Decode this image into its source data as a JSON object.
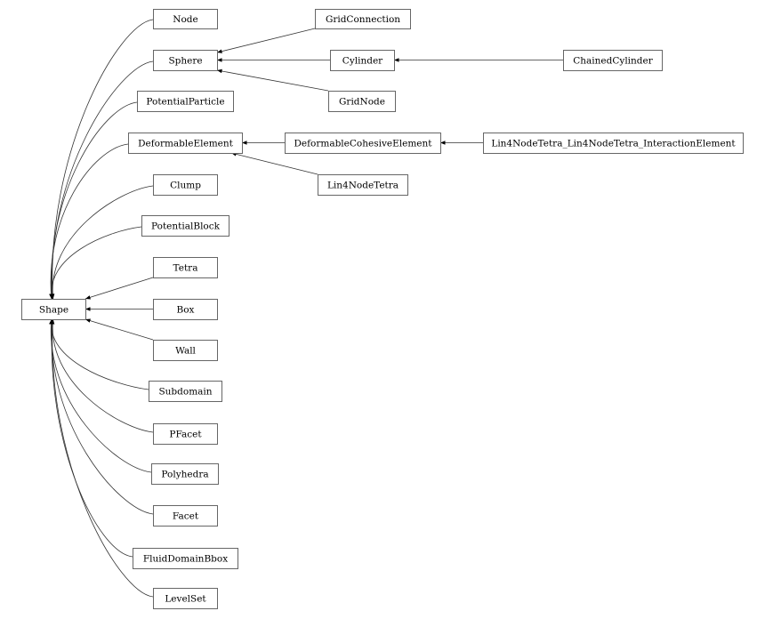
{
  "nodes": [
    {
      "id": "Shape",
      "label": "Shape"
    },
    {
      "id": "Node",
      "label": "Node"
    },
    {
      "id": "Sphere",
      "label": "Sphere"
    },
    {
      "id": "PotentialParticle",
      "label": "PotentialParticle"
    },
    {
      "id": "DeformableElement",
      "label": "DeformableElement"
    },
    {
      "id": "Clump",
      "label": "Clump"
    },
    {
      "id": "PotentialBlock",
      "label": "PotentialBlock"
    },
    {
      "id": "Tetra",
      "label": "Tetra"
    },
    {
      "id": "Box",
      "label": "Box"
    },
    {
      "id": "Wall",
      "label": "Wall"
    },
    {
      "id": "Subdomain",
      "label": "Subdomain"
    },
    {
      "id": "PFacet",
      "label": "PFacet"
    },
    {
      "id": "Polyhedra",
      "label": "Polyhedra"
    },
    {
      "id": "Facet",
      "label": "Facet"
    },
    {
      "id": "FluidDomainBbox",
      "label": "FluidDomainBbox"
    },
    {
      "id": "LevelSet",
      "label": "LevelSet"
    },
    {
      "id": "GridConnection",
      "label": "GridConnection"
    },
    {
      "id": "Cylinder",
      "label": "Cylinder"
    },
    {
      "id": "GridNode",
      "label": "GridNode"
    },
    {
      "id": "ChainedCylinder",
      "label": "ChainedCylinder"
    },
    {
      "id": "DeformableCohesiveElement",
      "label": "DeformableCohesiveElement"
    },
    {
      "id": "Lin4NodeTetra",
      "label": "Lin4NodeTetra"
    },
    {
      "id": "Lin4NodeTetra_Lin4NodeTetra_InteractionElement",
      "label": "Lin4NodeTetra_Lin4NodeTetra_InteractionElement"
    }
  ],
  "edges": [
    [
      "Node",
      "Shape"
    ],
    [
      "Sphere",
      "Shape"
    ],
    [
      "PotentialParticle",
      "Shape"
    ],
    [
      "DeformableElement",
      "Shape"
    ],
    [
      "Clump",
      "Shape"
    ],
    [
      "PotentialBlock",
      "Shape"
    ],
    [
      "Tetra",
      "Shape"
    ],
    [
      "Box",
      "Shape"
    ],
    [
      "Wall",
      "Shape"
    ],
    [
      "Subdomain",
      "Shape"
    ],
    [
      "PFacet",
      "Shape"
    ],
    [
      "Polyhedra",
      "Shape"
    ],
    [
      "Facet",
      "Shape"
    ],
    [
      "FluidDomainBbox",
      "Shape"
    ],
    [
      "LevelSet",
      "Shape"
    ],
    [
      "GridConnection",
      "Sphere"
    ],
    [
      "Cylinder",
      "Sphere"
    ],
    [
      "GridNode",
      "Sphere"
    ],
    [
      "ChainedCylinder",
      "Cylinder"
    ],
    [
      "DeformableCohesiveElement",
      "DeformableElement"
    ],
    [
      "Lin4NodeTetra",
      "DeformableElement"
    ],
    [
      "Lin4NodeTetra_Lin4NodeTetra_InteractionElement",
      "DeformableCohesiveElement"
    ]
  ]
}
